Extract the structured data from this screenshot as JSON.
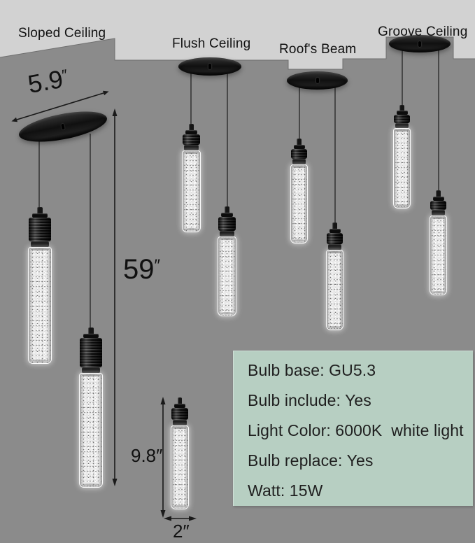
{
  "ceiling_labels": [
    "Sloped Ceiling",
    "Flush Ceiling",
    "Roof's Beam",
    "Groove Ceiling"
  ],
  "dimensions": {
    "canopy_diameter": "5.9",
    "cord_length": "59",
    "light_height": "9.8",
    "light_diameter": "2",
    "unit_mark": "″"
  },
  "spec_box": {
    "lines": [
      "Bulb base: GU5.3",
      "Bulb include: Yes",
      "Light Color: 6000K  white light",
      "Bulb replace: Yes",
      "Watt: 15W"
    ]
  },
  "colors": {
    "wall": "#8b8b8b",
    "ceiling": "#d2d2d2",
    "hardware": "#141414",
    "annotation": "#1a1a1a",
    "spec_box_bg": "#b7cfc2",
    "spec_text": "#1f1f1f"
  }
}
